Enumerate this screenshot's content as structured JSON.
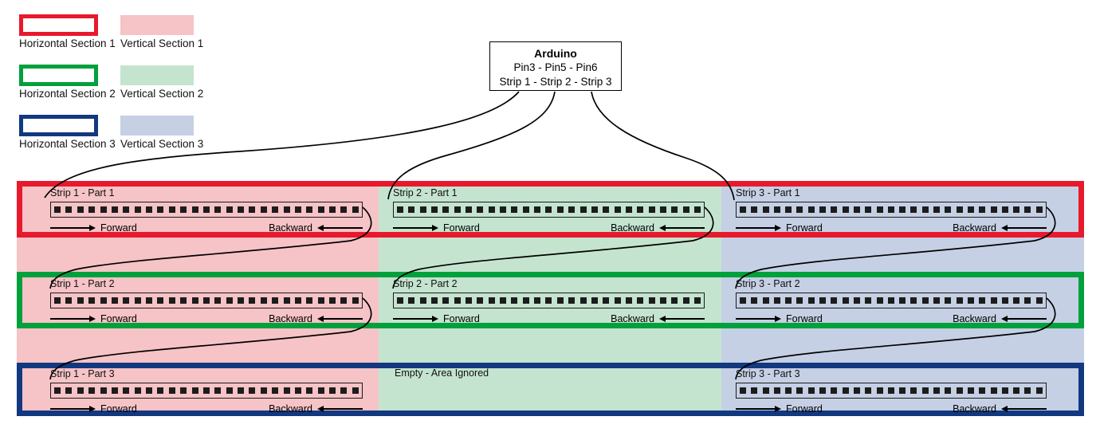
{
  "legend": {
    "items": [
      {
        "outline_label": "Horizontal Section 1",
        "fill_label": "Vertical Section 1",
        "outline_color": "#e8192c",
        "fill_color": "#f6c3c6"
      },
      {
        "outline_label": "Horizontal Section 2",
        "fill_label": "Vertical Section 2",
        "outline_color": "#00a03c",
        "fill_color": "#c4e4cf"
      },
      {
        "outline_label": "Horizontal Section 3",
        "fill_label": "Vertical Section 3",
        "outline_color": "#12387f",
        "fill_color": "#c5d0e4"
      }
    ]
  },
  "arduino": {
    "title": "Arduino",
    "pins_line": "Pin3  -  Pin5  -  Pin6",
    "strips_line": "Strip 1 - Strip 2 - Strip 3"
  },
  "sections": {
    "horizontal": [
      {
        "name": "Horizontal Section 1",
        "color": "#e8192c"
      },
      {
        "name": "Horizontal Section 2",
        "color": "#00a03c"
      },
      {
        "name": "Horizontal Section 3",
        "color": "#12387f"
      }
    ],
    "vertical": [
      {
        "name": "Vertical Section 1",
        "color": "#f6c3c6"
      },
      {
        "name": "Vertical Section 2",
        "color": "#c4e4cf"
      },
      {
        "name": "Vertical Section 3",
        "color": "#c5d0e4"
      }
    ]
  },
  "strips": [
    {
      "id": "s1p1",
      "label": "Strip 1 - Part 1",
      "forward_label": "Forward",
      "backward_label": "Backward",
      "led_count": 27
    },
    {
      "id": "s2p1",
      "label": "Strip 2 - Part 1",
      "forward_label": "Forward",
      "backward_label": "Backward",
      "led_count": 27
    },
    {
      "id": "s3p1",
      "label": "Strip 3 - Part 1",
      "forward_label": "Forward",
      "backward_label": "Backward",
      "led_count": 27
    },
    {
      "id": "s1p2",
      "label": "Strip 1 - Part 2",
      "forward_label": "Forward",
      "backward_label": "Backward",
      "led_count": 27
    },
    {
      "id": "s2p2",
      "label": "Strip 2 - Part 2",
      "forward_label": "Forward",
      "backward_label": "Backward",
      "led_count": 27
    },
    {
      "id": "s3p2",
      "label": "Strip 3 - Part 2",
      "forward_label": "Forward",
      "backward_label": "Backward",
      "led_count": 27
    },
    {
      "id": "s1p3",
      "label": "Strip 1 - Part 3",
      "forward_label": "Forward",
      "backward_label": "Backward",
      "led_count": 27
    },
    {
      "id": "s3p3",
      "label": "Strip 3 - Part 3",
      "forward_label": "Forward",
      "backward_label": "Backward",
      "led_count": 27
    }
  ],
  "empty_area": {
    "label": "Empty - Area Ignored"
  }
}
